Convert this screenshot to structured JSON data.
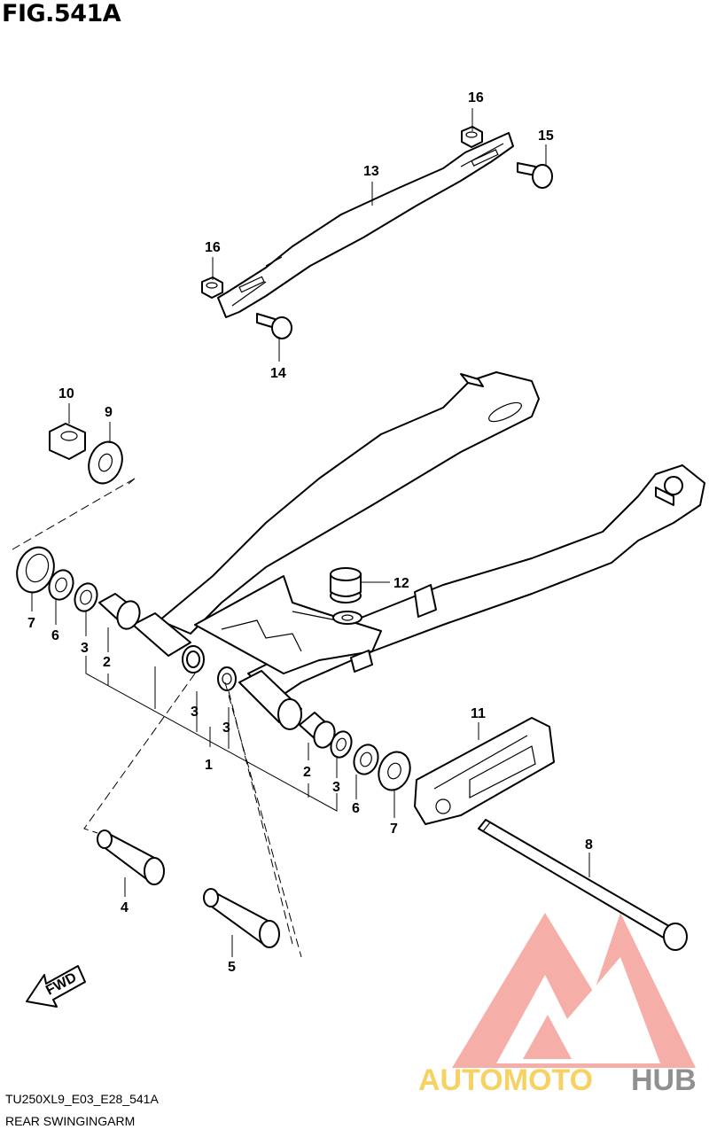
{
  "figure": {
    "title": "FIG.541A",
    "code": "TU250XL9_E03_E28_541A",
    "section": "REAR SWINGINGARM"
  },
  "fwd_arrow": {
    "label": "FWD"
  },
  "watermark": {
    "text_auto": "AUTOMOTO",
    "text_hub": "HUB",
    "color_main": "#f4a09a",
    "color_auto": "#f7c948",
    "color_hub": "#7d7d7d"
  },
  "callouts": {
    "c1": "1",
    "c2a": "2",
    "c2b": "2",
    "c3a": "3",
    "c3b": "3",
    "c3c": "3",
    "c3d": "3",
    "c4": "4",
    "c5": "5",
    "c6a": "6",
    "c6b": "6",
    "c7a": "7",
    "c7b": "7",
    "c8": "8",
    "c9": "9",
    "c10": "10",
    "c11": "11",
    "c12": "12",
    "c13": "13",
    "c14": "14",
    "c15": "15",
    "c16a": "16",
    "c16b": "16"
  }
}
